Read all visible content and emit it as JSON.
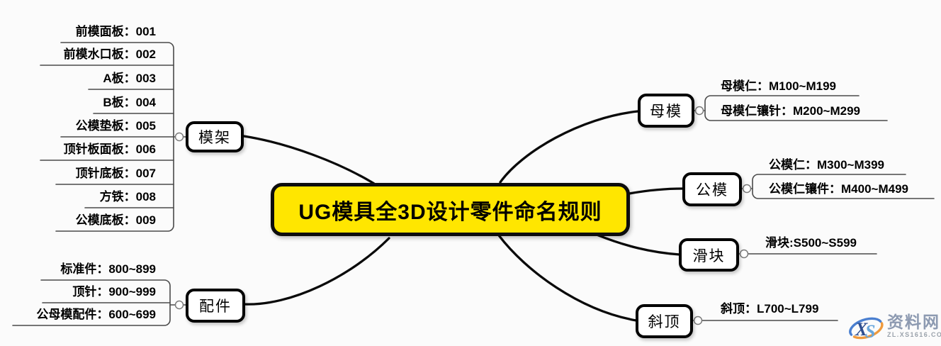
{
  "center": {
    "label": "UG模具全3D设计零件命名规则",
    "bg_color": "#ffe600",
    "border_color": "#000000"
  },
  "branches": [
    {
      "label": "模架",
      "side": "left",
      "items": [
        "前模面板：001",
        "前模水口板：002",
        "A板：003",
        "B板：004",
        "公模垫板：005",
        "顶针板面板：006",
        "顶针底板：007",
        "方铁：008",
        "公模底板：009"
      ]
    },
    {
      "label": "配件",
      "side": "left",
      "items": [
        "标准件：800~899",
        "顶针：900~999",
        "公母模配件：600~699"
      ]
    },
    {
      "label": "母模",
      "side": "right",
      "items": [
        "母模仁：M100~M199",
        "母模仁镶针：M200~M299"
      ]
    },
    {
      "label": "公模",
      "side": "right",
      "items": [
        "公模仁：M300~M399",
        "公模仁镶件：M400~M499"
      ]
    },
    {
      "label": "滑块",
      "side": "right",
      "items": [
        "滑块:S500~S599"
      ]
    },
    {
      "label": "斜顶",
      "side": "right",
      "items": [
        "斜顶：L700~L799"
      ]
    }
  ],
  "watermark": {
    "logo_x": "X",
    "logo_s": "S",
    "name": "资料网",
    "url": "ZL.XS1616.COM"
  }
}
